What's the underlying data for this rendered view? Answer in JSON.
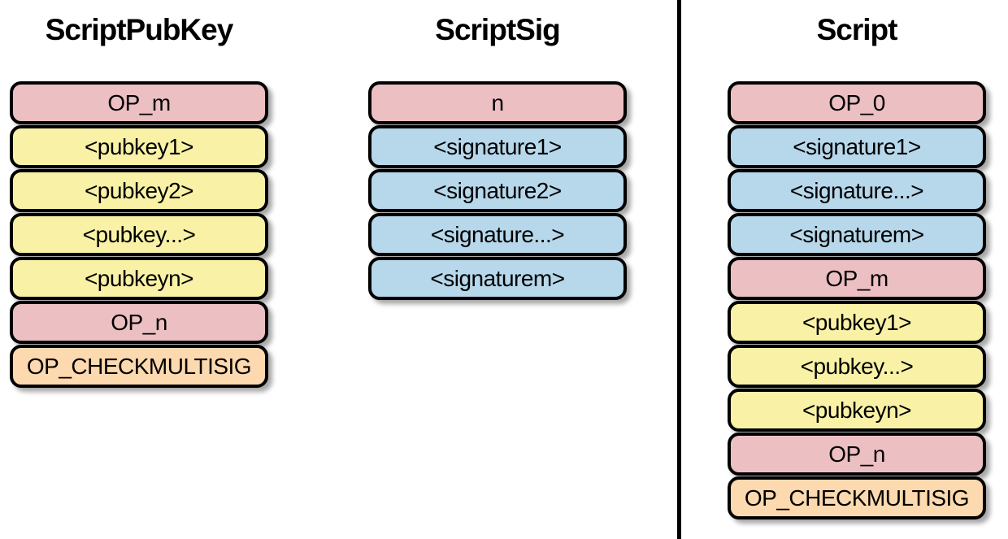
{
  "diagram": {
    "description": "Multisig script diagram with three labeled stacks of script elements",
    "colors": {
      "opcode": "#ecbfc3",
      "pubkey": "#f9f2a6",
      "signature": "#b7d7ea",
      "checkmultisig": "#fcd9ae",
      "border": "#000000",
      "divider": "#000000",
      "background": "#ffffff",
      "title_text": "#000000"
    },
    "columns": [
      {
        "title": "ScriptPubKey",
        "boxes": [
          {
            "label": "OP_m",
            "type": "opcode"
          },
          {
            "label": "<pubkey1>",
            "type": "pubkey"
          },
          {
            "label": "<pubkey2>",
            "type": "pubkey"
          },
          {
            "label": "<pubkey...>",
            "type": "pubkey"
          },
          {
            "label": "<pubkeyn>",
            "type": "pubkey"
          },
          {
            "label": "OP_n",
            "type": "opcode"
          },
          {
            "label": "OP_CHECKMULTISIG",
            "type": "checkmultisig"
          }
        ]
      },
      {
        "title": "ScriptSig",
        "boxes": [
          {
            "label": "n",
            "type": "opcode"
          },
          {
            "label": "<signature1>",
            "type": "signature"
          },
          {
            "label": "<signature2>",
            "type": "signature"
          },
          {
            "label": "<signature...>",
            "type": "signature"
          },
          {
            "label": "<signaturem>",
            "type": "signature"
          }
        ]
      },
      {
        "title": "Script",
        "boxes": [
          {
            "label": "OP_0",
            "type": "opcode"
          },
          {
            "label": "<signature1>",
            "type": "signature"
          },
          {
            "label": "<signature...>",
            "type": "signature"
          },
          {
            "label": "<signaturem>",
            "type": "signature"
          },
          {
            "label": "OP_m",
            "type": "opcode"
          },
          {
            "label": "<pubkey1>",
            "type": "pubkey"
          },
          {
            "label": "<pubkey...>",
            "type": "pubkey"
          },
          {
            "label": "<pubkeyn>",
            "type": "pubkey"
          },
          {
            "label": "OP_n",
            "type": "opcode"
          },
          {
            "label": "OP_CHECKMULTISIG",
            "type": "checkmultisig"
          }
        ]
      }
    ]
  }
}
